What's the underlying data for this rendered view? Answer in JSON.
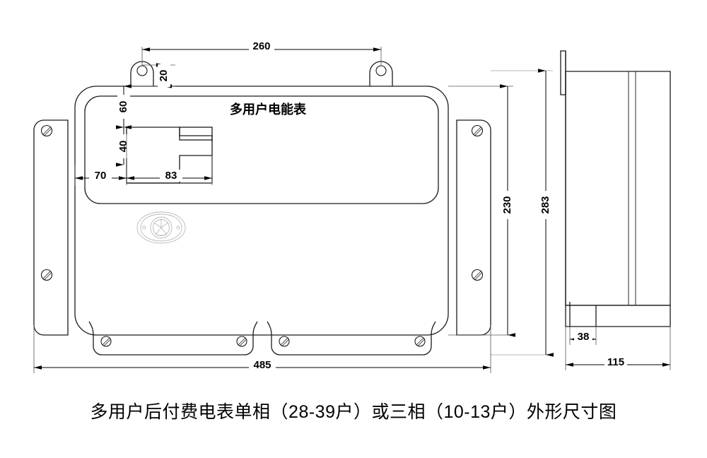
{
  "drawing": {
    "caption": "多用户后付费电表单相（28-39户）或三相（10-13户）外形尺寸图",
    "panel_label": "多用户电能表",
    "line_color": "#1a1a1a",
    "background_color": "#ffffff",
    "dimension_text_color": "#000000"
  },
  "dimensions": {
    "top_span": "260",
    "tab_height": "20",
    "display_top_offset": "60",
    "display_height": "40",
    "left_offset": "70",
    "display_width": "83",
    "inner_height": "230",
    "outer_height": "283",
    "overall_width": "485",
    "side_step_depth": "38",
    "side_total_depth": "115"
  },
  "views": {
    "front": {
      "name": "front-view",
      "features": [
        "outer-shell-outline",
        "inner-panel-outline",
        "left-mounting-flange",
        "right-mounting-flange",
        "top-mounting-tab-left",
        "top-mounting-tab-right",
        "bottom-mounting-tab-left",
        "bottom-mounting-tab-right",
        "display-window",
        "center-emblem"
      ],
      "screw_count": 8
    },
    "side": {
      "name": "side-view",
      "features": [
        "top-hook-tab",
        "body-profile",
        "internal-division-lines",
        "bottom-step"
      ]
    }
  },
  "icons": {
    "screw_head": "screw-slot-icon",
    "emblem": "rosette-emblem-icon",
    "arrow": "dimension-arrow-icon"
  }
}
